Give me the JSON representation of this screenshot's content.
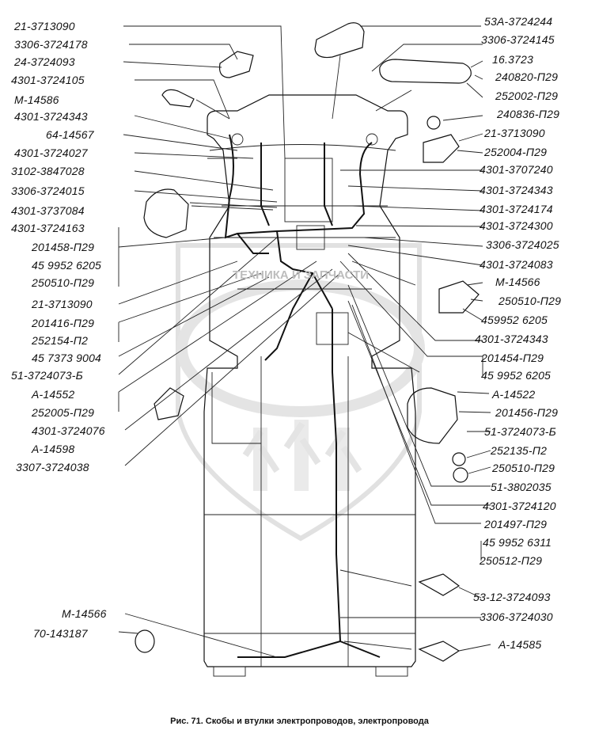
{
  "caption": "Рис. 71. Скобы и втулки электропроводов, электропровода",
  "watermark": "ТЕХНИКА И ЗАПЧАСТИ",
  "left_labels": [
    "21-3713090",
    "3306-3724178",
    "24-3724093",
    "4301-3724105",
    "М-14586",
    "4301-3724343",
    "64-14567",
    "4301-3724027",
    "3102-3847028",
    "3306-3724015",
    "4301-3737084",
    "4301-3724163",
    "201458-П29",
    "45 9952 6205",
    "250510-П29",
    "21-3713090",
    "201416-П29",
    "252154-П2",
    "45 7373 9004",
    "51-3724073-Б",
    "А-14552",
    "252005-П29",
    "4301-3724076",
    "А-14598",
    "3307-3724038",
    "М-14566",
    "70-143187"
  ],
  "right_labels": [
    "53А-3724244",
    "3306-3724145",
    "16.3723",
    "240820-П29",
    "252002-П29",
    "240836-П29",
    "21-3713090",
    "252004-П29",
    "4301-3707240",
    "4301-3724343",
    "4301-3724174",
    "4301-3724300",
    "3306-3724025",
    "4301-3724083",
    "М-14566",
    "250510-П29",
    "459952 6205",
    "4301-3724343",
    "201454-П29",
    "45 9952 6205",
    "А-14522",
    "201456-П29",
    "51-3724073-Б",
    "252135-П2",
    "250510-П29",
    "51-3802035",
    "4301-3724120",
    "201497-П29",
    "45 9952 6311",
    "250512-П29",
    "53-12-3724093",
    "3306-3724030",
    "А-14585"
  ],
  "colors": {
    "ink": "#111111",
    "watermark": "#d9d9d9",
    "paper": "#ffffff"
  }
}
